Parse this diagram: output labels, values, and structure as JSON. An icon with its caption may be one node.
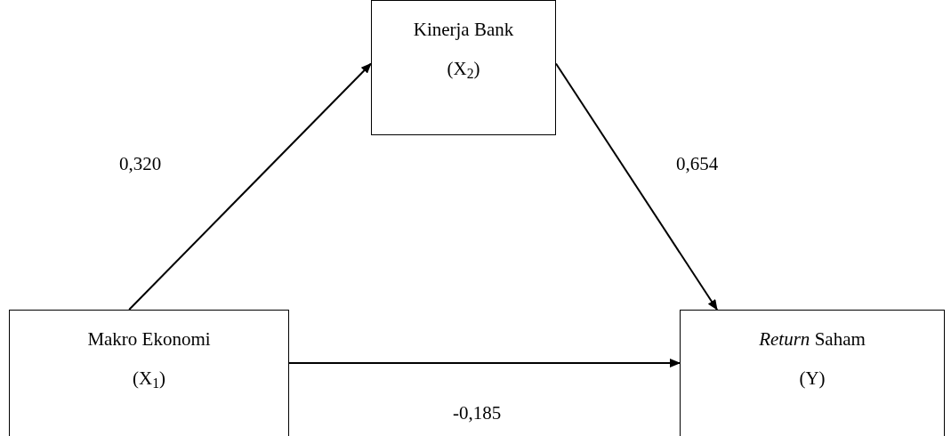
{
  "diagram": {
    "nodes": [
      {
        "text": [
          "Kinerja Bank",
          "(X$_{2}$)"
        ]
      },
      {
        "text": [
          "Makro Ekonomi",
          "(X$_{1}$)"
        ]
      },
      {
        "text": [
          "*Return* Saham",
          "(Y)"
        ]
      }
    ],
    "edges": [
      {
        "from": 1,
        "to": 0,
        "arrow": "to",
        "label": "0,320"
      },
      {
        "from": 0,
        "to": 2,
        "arrow": "to",
        "label": "0,654"
      },
      {
        "from": 1,
        "to": 2,
        "arrow": "to",
        "label": "-0,185"
      }
    ]
  }
}
